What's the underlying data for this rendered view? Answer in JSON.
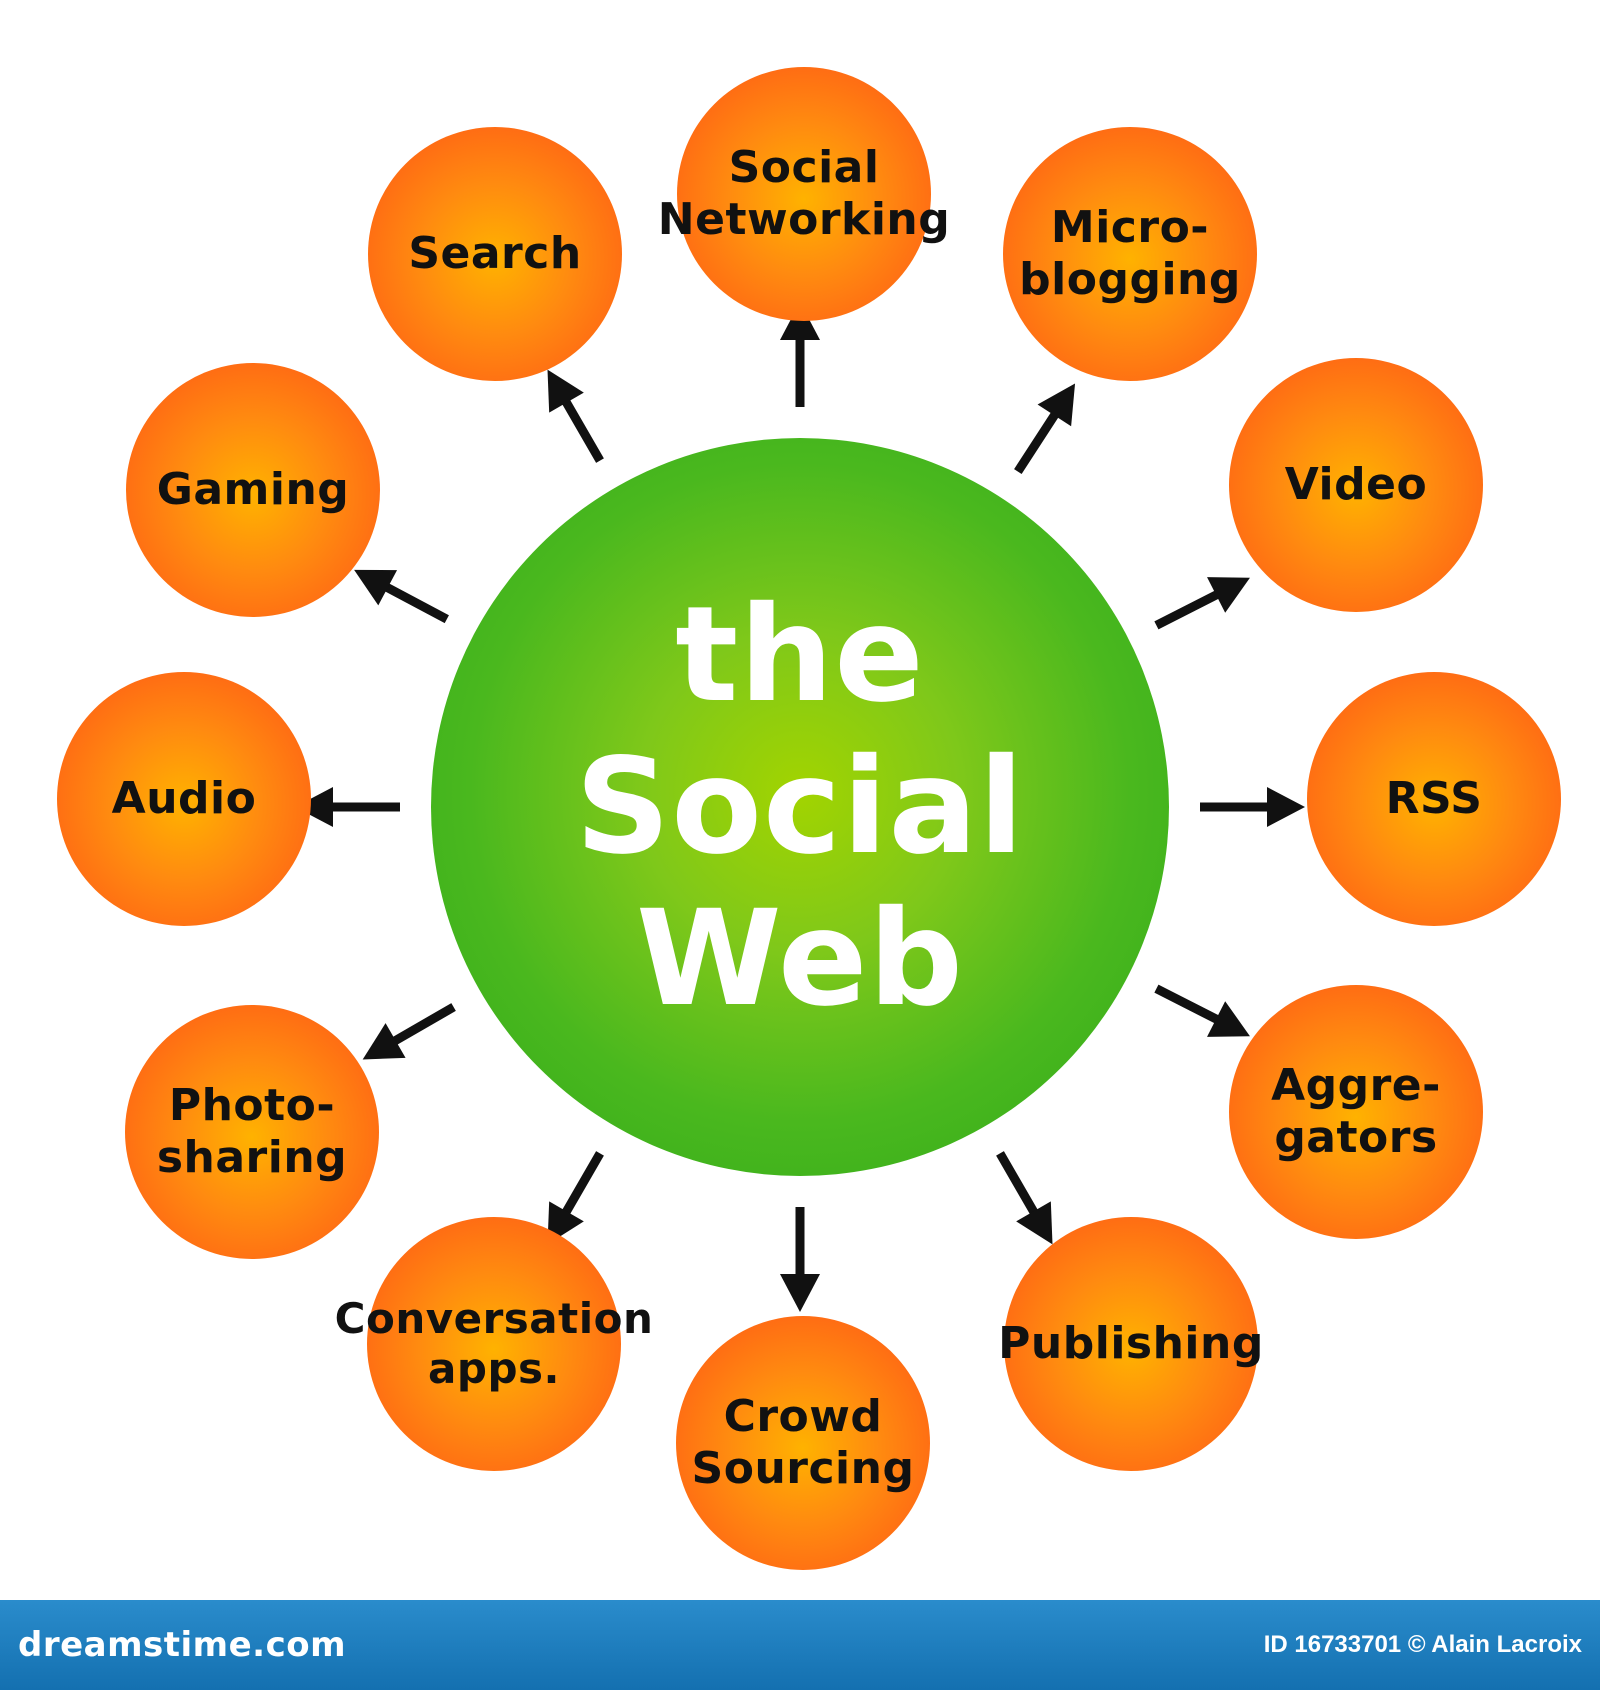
{
  "center": {
    "line1": "the",
    "line2": "Social",
    "line3": "Web"
  },
  "nodes": [
    {
      "id": "social-networking",
      "label": "Social\nNetworking"
    },
    {
      "id": "micro-blogging",
      "label": "Micro-\nblogging"
    },
    {
      "id": "video",
      "label": "Video"
    },
    {
      "id": "rss",
      "label": "RSS"
    },
    {
      "id": "aggregators",
      "label": "Aggre-\ngators"
    },
    {
      "id": "publishing",
      "label": "Publishing"
    },
    {
      "id": "crowd-sourcing",
      "label": "Crowd\nSourcing"
    },
    {
      "id": "conversation-apps",
      "label": "Conversation\napps."
    },
    {
      "id": "photo-sharing",
      "label": "Photo-\nsharing"
    },
    {
      "id": "audio",
      "label": "Audio"
    },
    {
      "id": "gaming",
      "label": "Gaming"
    },
    {
      "id": "search",
      "label": "Search"
    }
  ],
  "colors": {
    "center": "#4ab81e",
    "node": "#ff7a12",
    "arrow": "#111111",
    "footer": "#1a7cbe"
  },
  "footer": {
    "brand": "dreamstime.com",
    "credit": "ID 16733701 © Alain Lacroix"
  }
}
